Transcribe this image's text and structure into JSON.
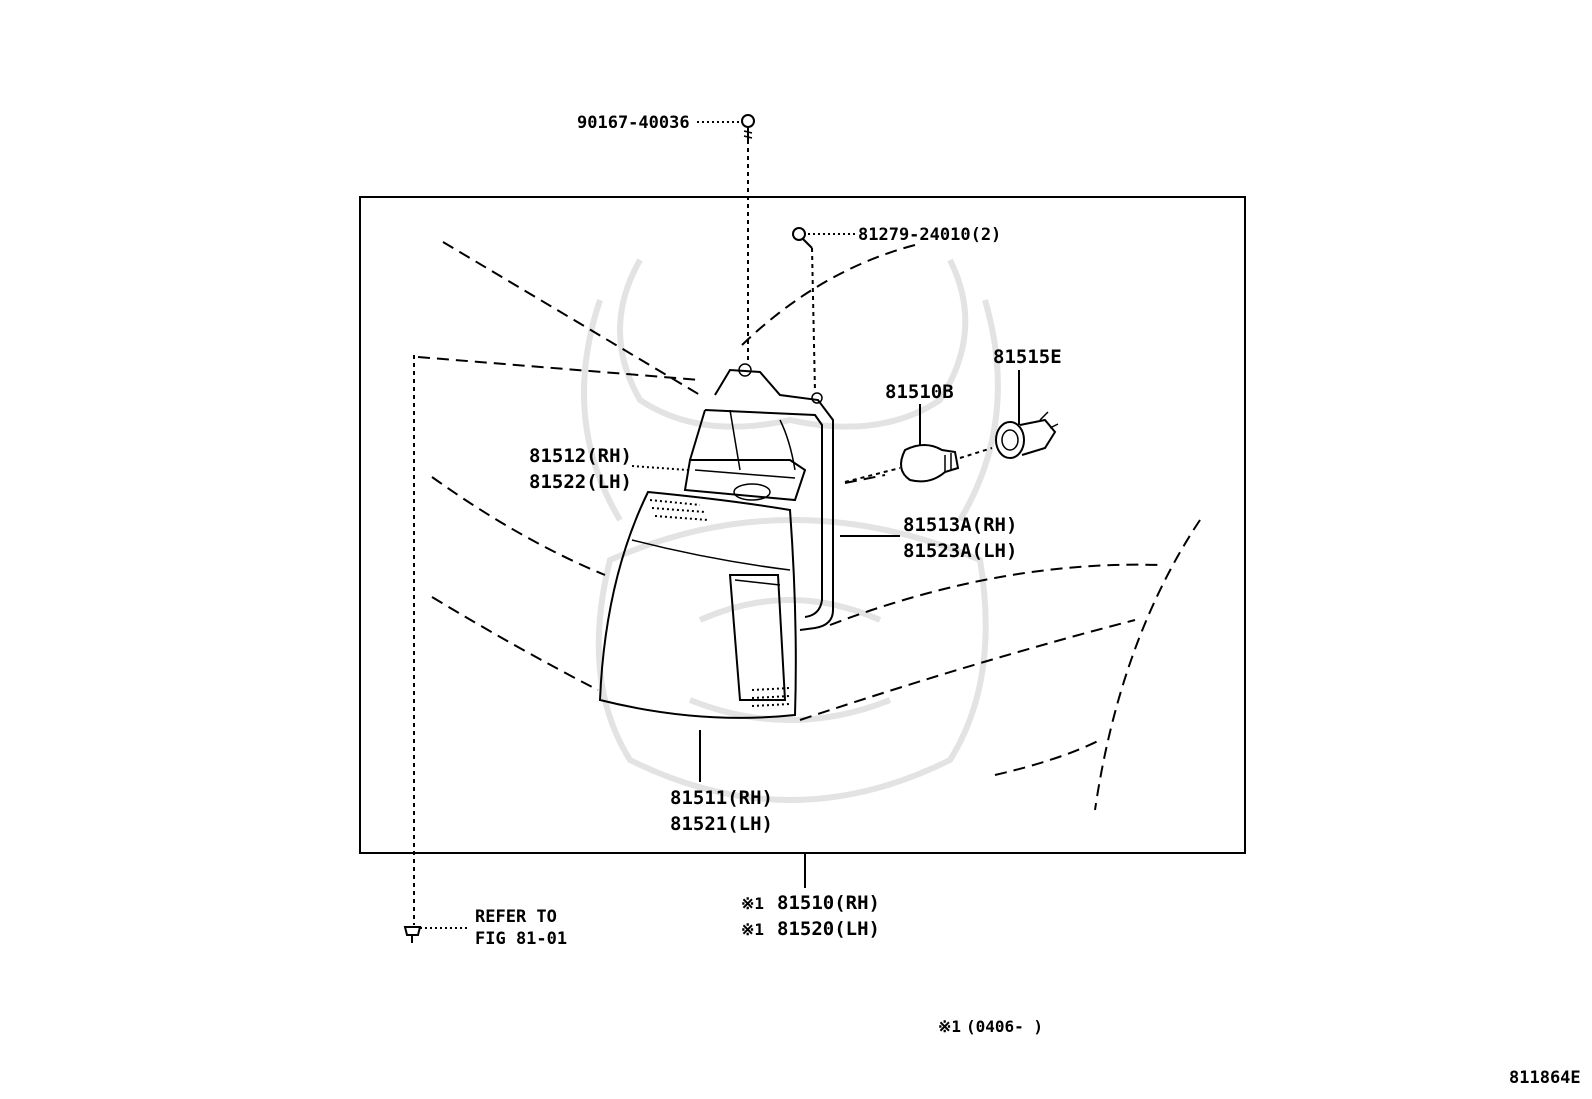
{
  "parts": {
    "screw_top": "90167-40036",
    "screw_lens": "81279-24010(2)",
    "bulb_socket": "81515E",
    "bulb": "81510B",
    "reflector_rh": "81512(RH)",
    "reflector_lh": "81522(LH)",
    "housing_rh": "81513A(RH)",
    "housing_lh": "81523A(LH)",
    "lens_rh": "81511(RH)",
    "lens_lh": "81521(LH)",
    "assembly_rh": "81510(RH)",
    "assembly_lh": "81520(LH)",
    "assembly_mark": "※1"
  },
  "refer": {
    "line1": "REFER TO",
    "line2": "FIG 81-01"
  },
  "footnote": {
    "mark": "※1",
    "text": "(0406-     )"
  },
  "figure_code": "811864E"
}
